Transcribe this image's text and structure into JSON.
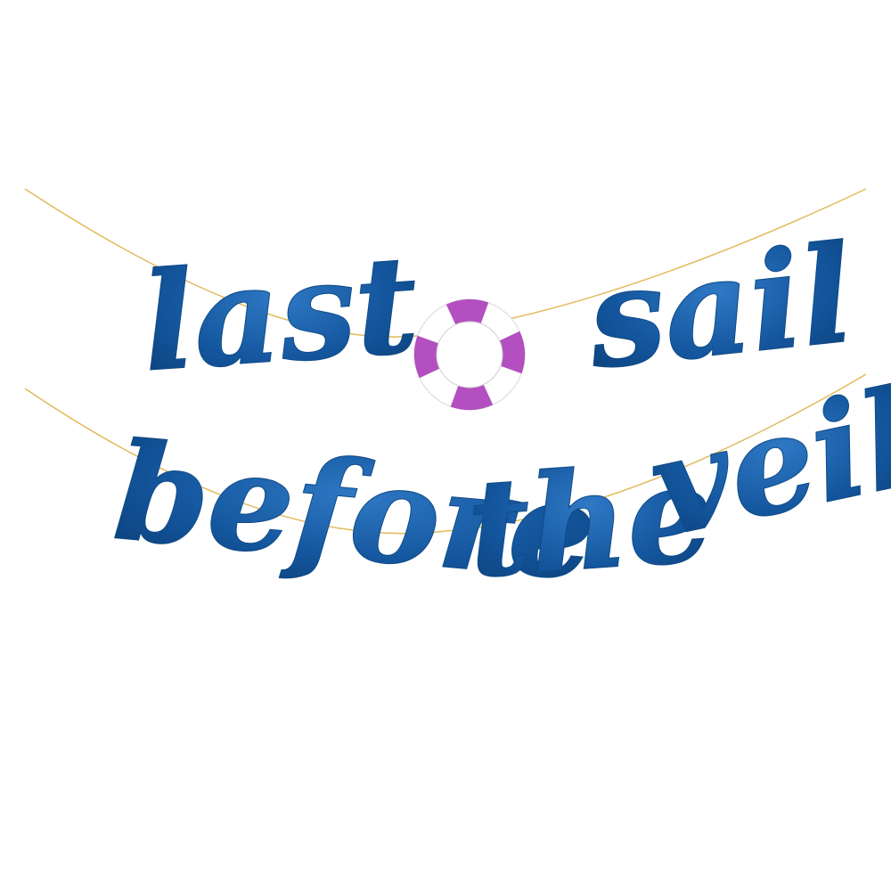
{
  "banner": {
    "line1": {
      "word_left": "last",
      "word_right": "sail"
    },
    "line2": {
      "word_1": "before",
      "word_2": "the",
      "word_3": "veil"
    },
    "lifebuoy": {
      "icon": "lifebuoy-icon",
      "colors": {
        "band": "#b34fc0",
        "ring": "#ffffff"
      }
    },
    "colors": {
      "letters": "#0f4f94",
      "string": "#e3b95a",
      "background": "#ffffff"
    }
  }
}
